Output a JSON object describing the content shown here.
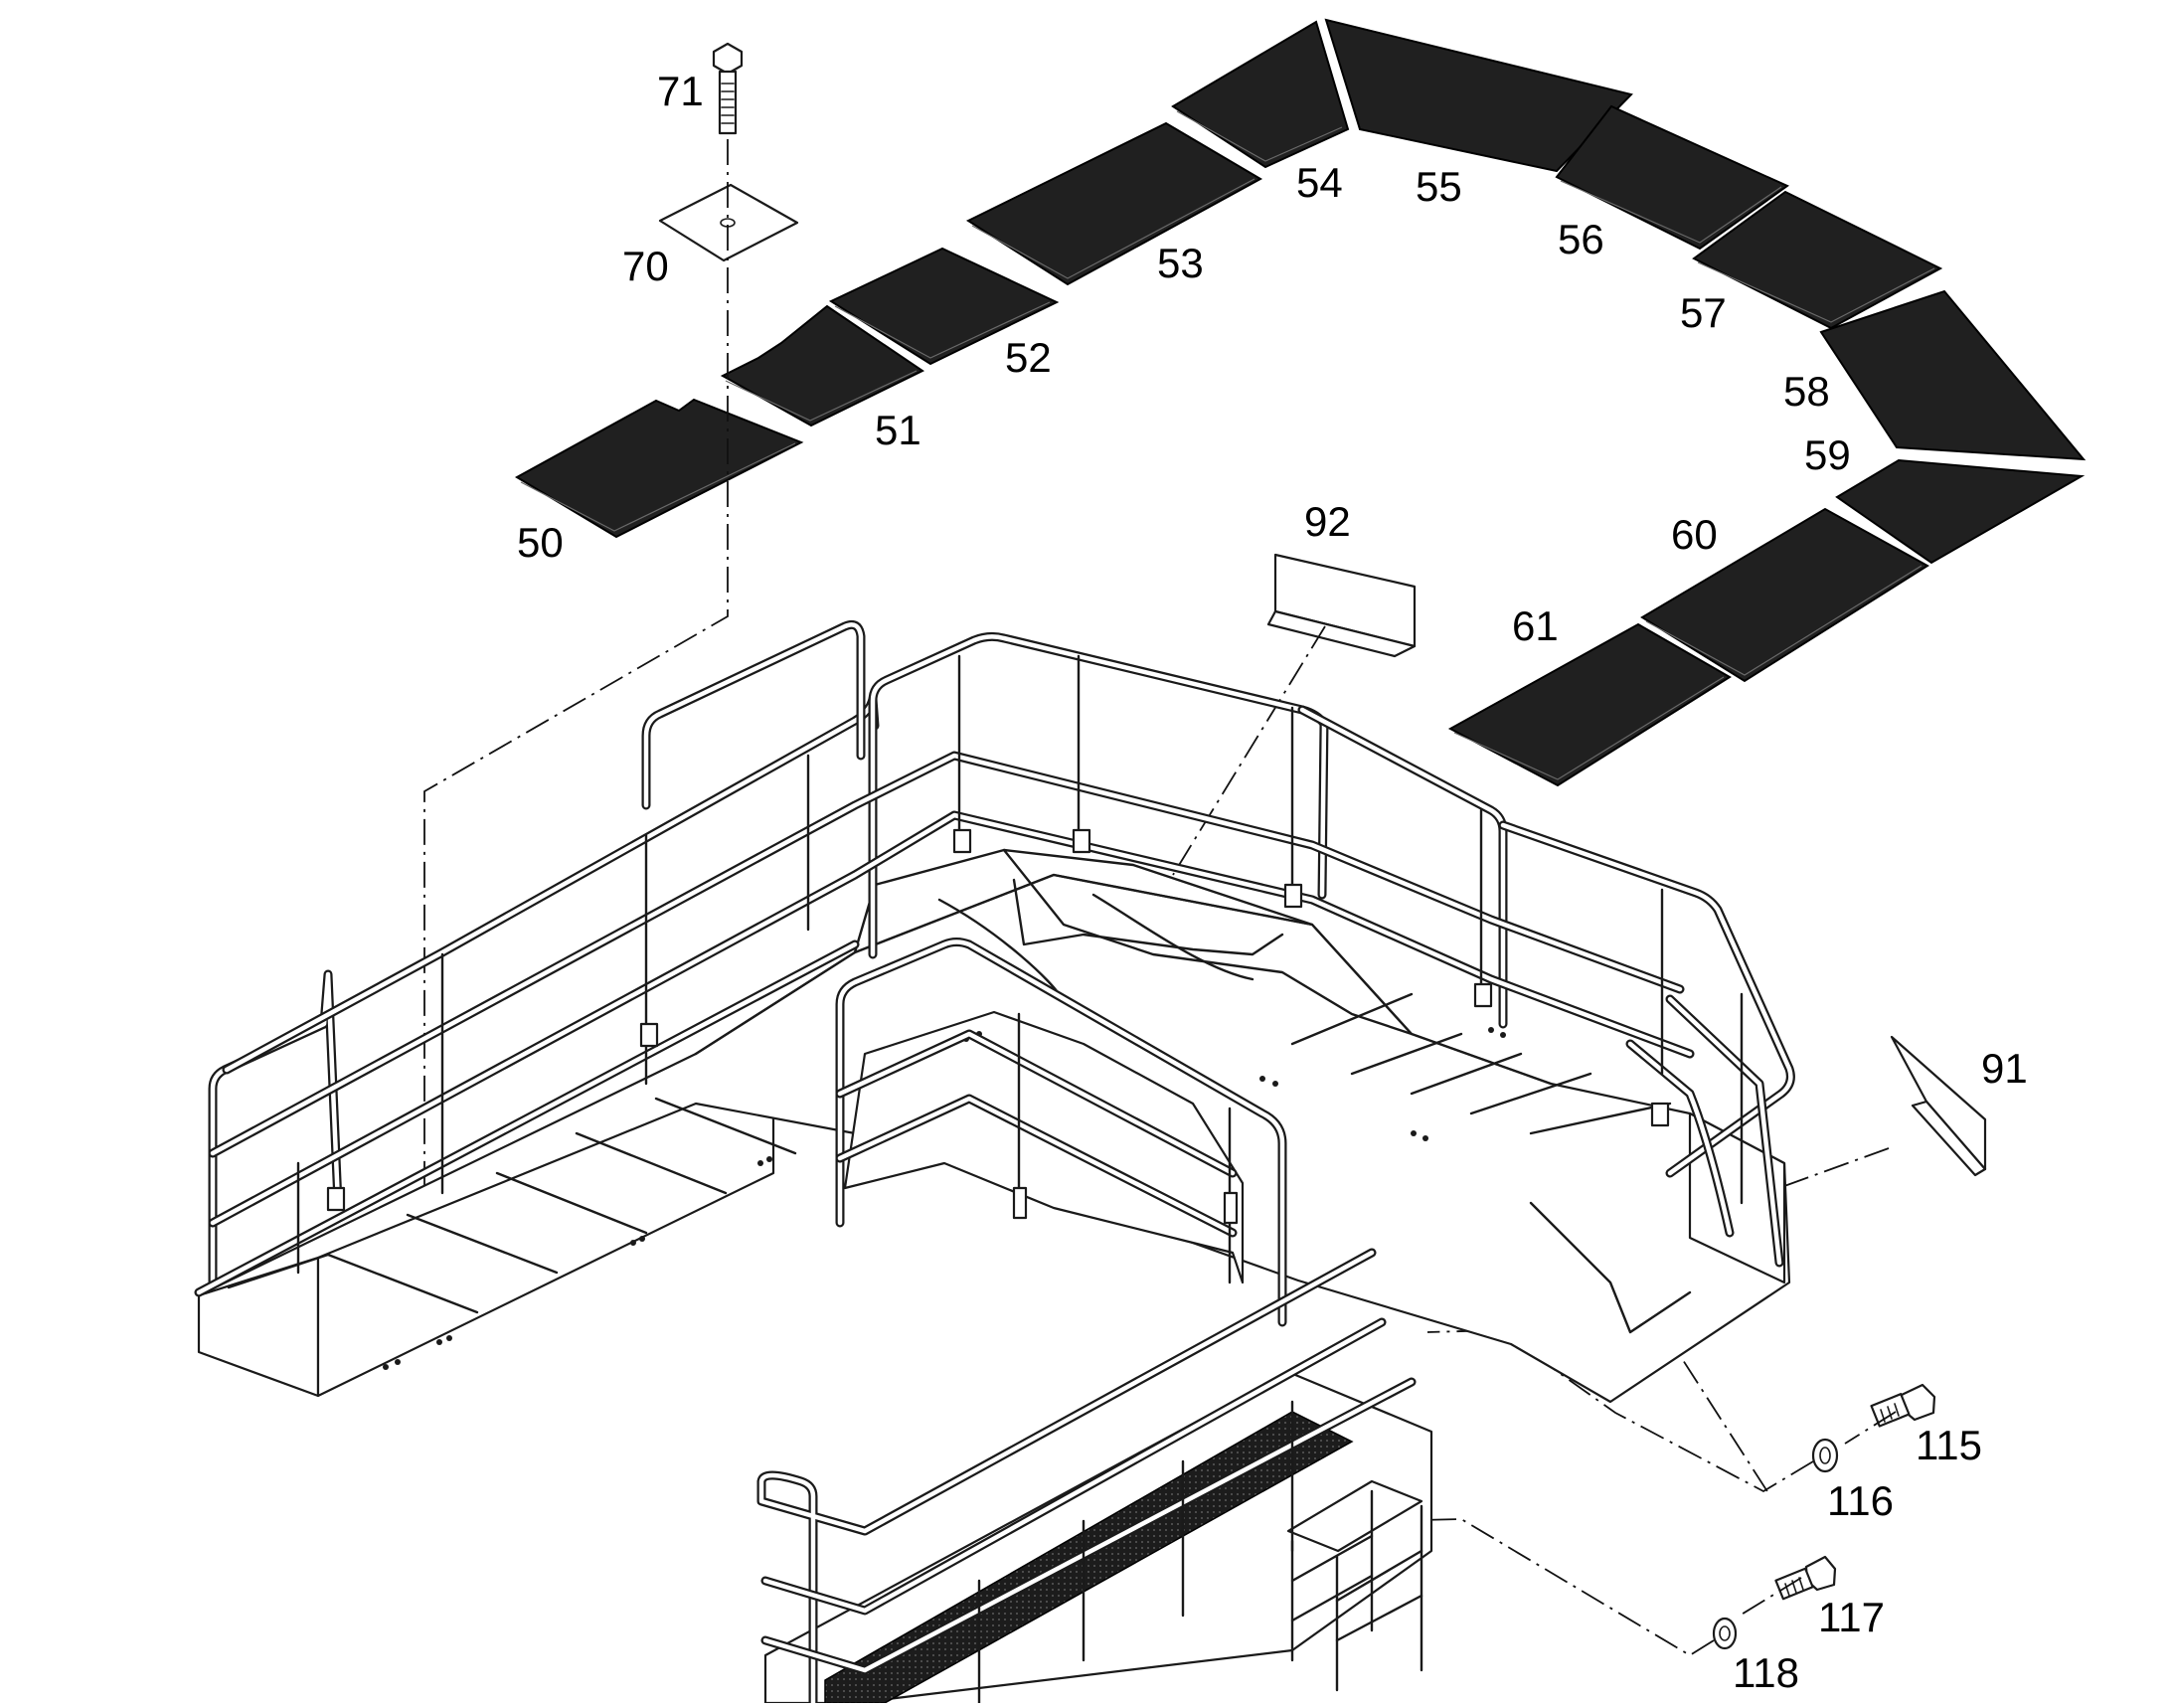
{
  "diagram": {
    "part_labels": {
      "p50": "50",
      "p51": "51",
      "p52": "52",
      "p53": "53",
      "p54": "54",
      "p55": "55",
      "p56": "56",
      "p57": "57",
      "p58": "58",
      "p59": "59",
      "p60": "60",
      "p61": "61",
      "p70": "70",
      "p71": "71",
      "p91": "91",
      "p92": "92",
      "p115": "115",
      "p116": "116",
      "p117": "117",
      "p118": "118"
    }
  }
}
